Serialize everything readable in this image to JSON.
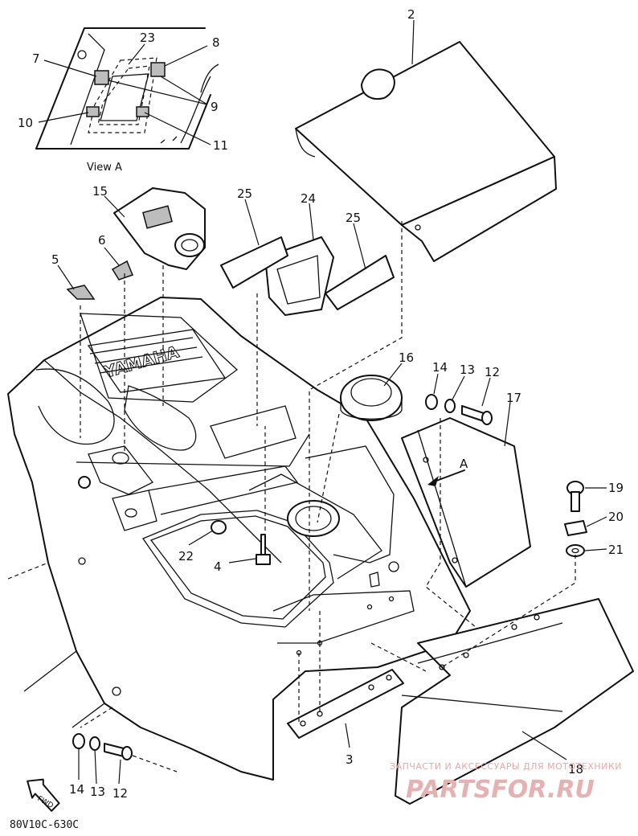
{
  "diagram": {
    "view_label": "View A",
    "drawing_code": "80V10C-630C",
    "direction_label": "FWD",
    "embossed_logo": "YAMAHA",
    "view_arrow_label": "A",
    "watermark": {
      "line1": "ЗАПЧАСТИ И АКСЕССУАРЫ ДЛЯ МОТОТЕХНИКИ",
      "line2": "PARTSFOR.RU"
    },
    "callouts": [
      {
        "id": "c2",
        "text": "2"
      },
      {
        "id": "c23",
        "text": "23"
      },
      {
        "id": "c8",
        "text": "8"
      },
      {
        "id": "c7",
        "text": "7"
      },
      {
        "id": "c9",
        "text": "9"
      },
      {
        "id": "c10",
        "text": "10"
      },
      {
        "id": "c11",
        "text": "11"
      },
      {
        "id": "c15",
        "text": "15"
      },
      {
        "id": "c25a",
        "text": "25"
      },
      {
        "id": "c24",
        "text": "24"
      },
      {
        "id": "c25b",
        "text": "25"
      },
      {
        "id": "c6",
        "text": "6"
      },
      {
        "id": "c5",
        "text": "5"
      },
      {
        "id": "c16",
        "text": "16"
      },
      {
        "id": "c14a",
        "text": "14"
      },
      {
        "id": "c13a",
        "text": "13"
      },
      {
        "id": "c12a",
        "text": "12"
      },
      {
        "id": "c17",
        "text": "17"
      },
      {
        "id": "c19",
        "text": "19"
      },
      {
        "id": "c20",
        "text": "20"
      },
      {
        "id": "c21",
        "text": "21"
      },
      {
        "id": "c22",
        "text": "22"
      },
      {
        "id": "c4",
        "text": "4"
      },
      {
        "id": "c3",
        "text": "3"
      },
      {
        "id": "c18",
        "text": "18"
      },
      {
        "id": "c14b",
        "text": "14"
      },
      {
        "id": "c13b",
        "text": "13"
      },
      {
        "id": "c12b",
        "text": "12"
      }
    ]
  }
}
